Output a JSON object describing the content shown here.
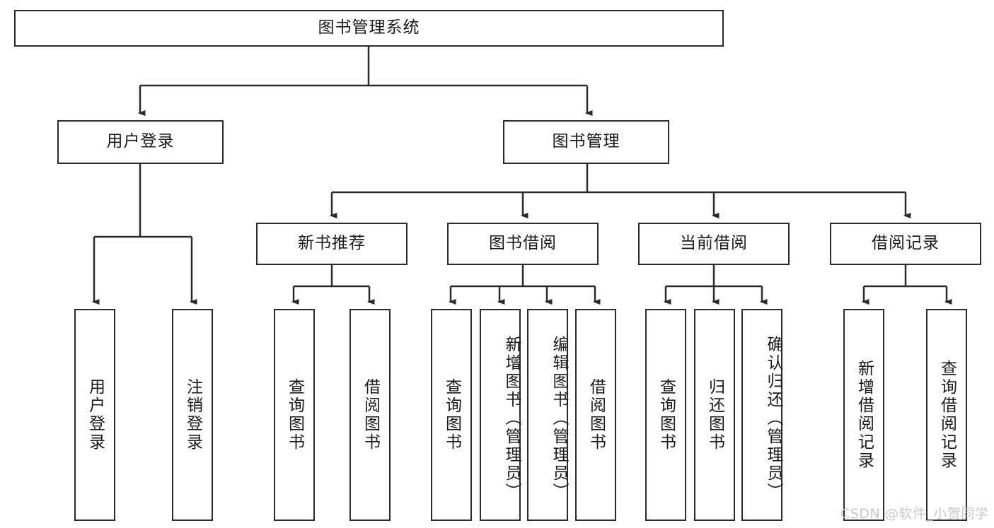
{
  "diagram": {
    "type": "tree-hierarchy",
    "title": "图书管理系统",
    "root": {
      "label": "图书管理系统",
      "id": "root-system"
    },
    "level2": [
      {
        "id": "user-login",
        "label": "用户登录"
      },
      {
        "id": "book-manage",
        "label": "图书管理"
      }
    ],
    "level3": [
      {
        "id": "new-book-recommend",
        "label": "新书推荐"
      },
      {
        "id": "book-borrow",
        "label": "图书借阅"
      },
      {
        "id": "current-borrow",
        "label": "当前借阅"
      },
      {
        "id": "borrow-record",
        "label": "借阅记录"
      }
    ],
    "leaves": {
      "user_login": [
        {
          "id": "leaf-user-login",
          "label": "用户登录"
        },
        {
          "id": "leaf-logout-login",
          "label": "注销登录"
        }
      ],
      "new_book_recommend": [
        {
          "id": "leaf-query-book-1",
          "label": "查询图书"
        },
        {
          "id": "leaf-borrow-book-1",
          "label": "借阅图书"
        }
      ],
      "book_borrow": [
        {
          "id": "leaf-query-book-2",
          "label": "查询图书"
        },
        {
          "id": "leaf-add-book",
          "label": "新增图书（管理员）"
        },
        {
          "id": "leaf-edit-book",
          "label": "编辑图书（管理员）"
        },
        {
          "id": "leaf-borrow-book-2",
          "label": "借阅图书"
        }
      ],
      "current_borrow": [
        {
          "id": "leaf-query-book-3",
          "label": "查询图书"
        },
        {
          "id": "leaf-return-book",
          "label": "归还图书"
        },
        {
          "id": "leaf-confirm-return",
          "label": "确认归还（管理员）"
        }
      ],
      "borrow_record": [
        {
          "id": "leaf-add-record",
          "label": "新增借阅记录"
        },
        {
          "id": "leaf-query-record",
          "label": "查询借阅记录"
        }
      ]
    },
    "colors": {
      "stroke": "#2b2b2b",
      "fill": "#ffffff",
      "text": "#1a1a1a",
      "watermark": "#c9c9c9"
    }
  },
  "watermark": {
    "text": "CSDN @软件_小贺同学"
  }
}
